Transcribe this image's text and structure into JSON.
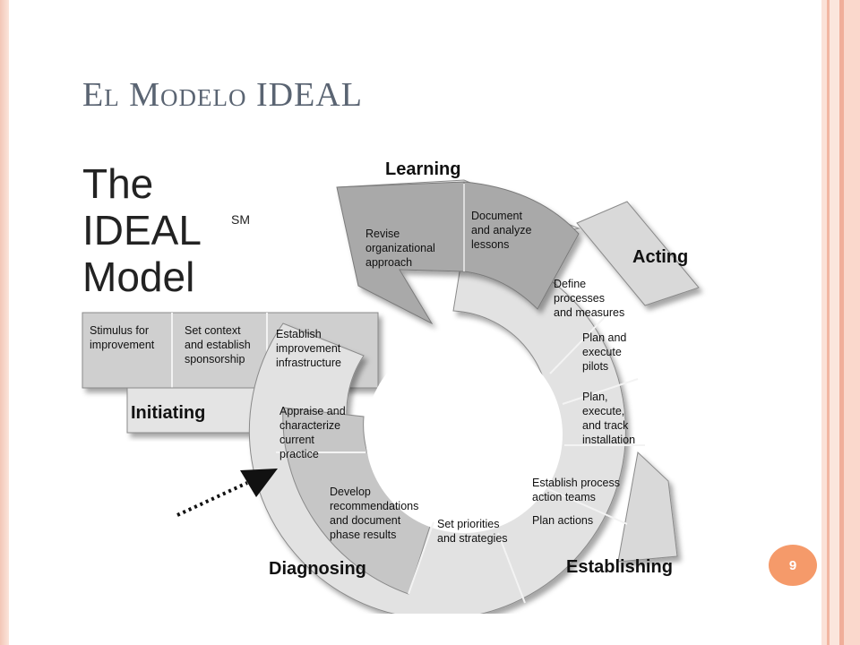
{
  "slide": {
    "title_initial_1": "E",
    "title_rest_1": "l ",
    "title_initial_2": "M",
    "title_rest_2": "odelo",
    "title_tail": " IDEAL",
    "page_number": "9"
  },
  "diagram": {
    "heading_line1": "The",
    "heading_line2": "IDEAL",
    "heading_sm": "SM",
    "heading_line3": "Model",
    "phases": {
      "learning": "Learning",
      "acting": "Acting",
      "initiating": "Initiating",
      "diagnosing": "Diagnosing",
      "establishing": "Establishing"
    },
    "steps": {
      "stimulus": [
        "Stimulus for",
        "improvement"
      ],
      "set_context": [
        "Set context",
        "and establish",
        "sponsorship"
      ],
      "establish_infra": [
        "Establish",
        "improvement",
        "infrastructure"
      ],
      "appraise": [
        "Appraise and",
        "characterize",
        "current",
        "practice"
      ],
      "develop": [
        "Develop",
        "recommendations",
        "and document",
        "phase results"
      ],
      "set_priorities": [
        "Set priorities",
        "and strategies"
      ],
      "establish_teams": [
        "Establish process",
        "action teams"
      ],
      "plan_actions": [
        "Plan actions"
      ],
      "plan_track": [
        "Plan,",
        "execute,",
        "and track",
        "installation"
      ],
      "plan_pilots": [
        "Plan and",
        "execute",
        "pilots"
      ],
      "define": [
        "Define",
        "processes",
        "and measures"
      ],
      "document": [
        "Document",
        "and analyze",
        "lessons"
      ],
      "revise": [
        "Revise",
        "organizational",
        "approach"
      ]
    }
  },
  "colors": {
    "badge": "#f59a6a",
    "title_text": "#5a6472",
    "ring_light": "#e2e2e2",
    "ring_mid": "#cfcfcf",
    "ring_dark": "#a9a9a9"
  }
}
